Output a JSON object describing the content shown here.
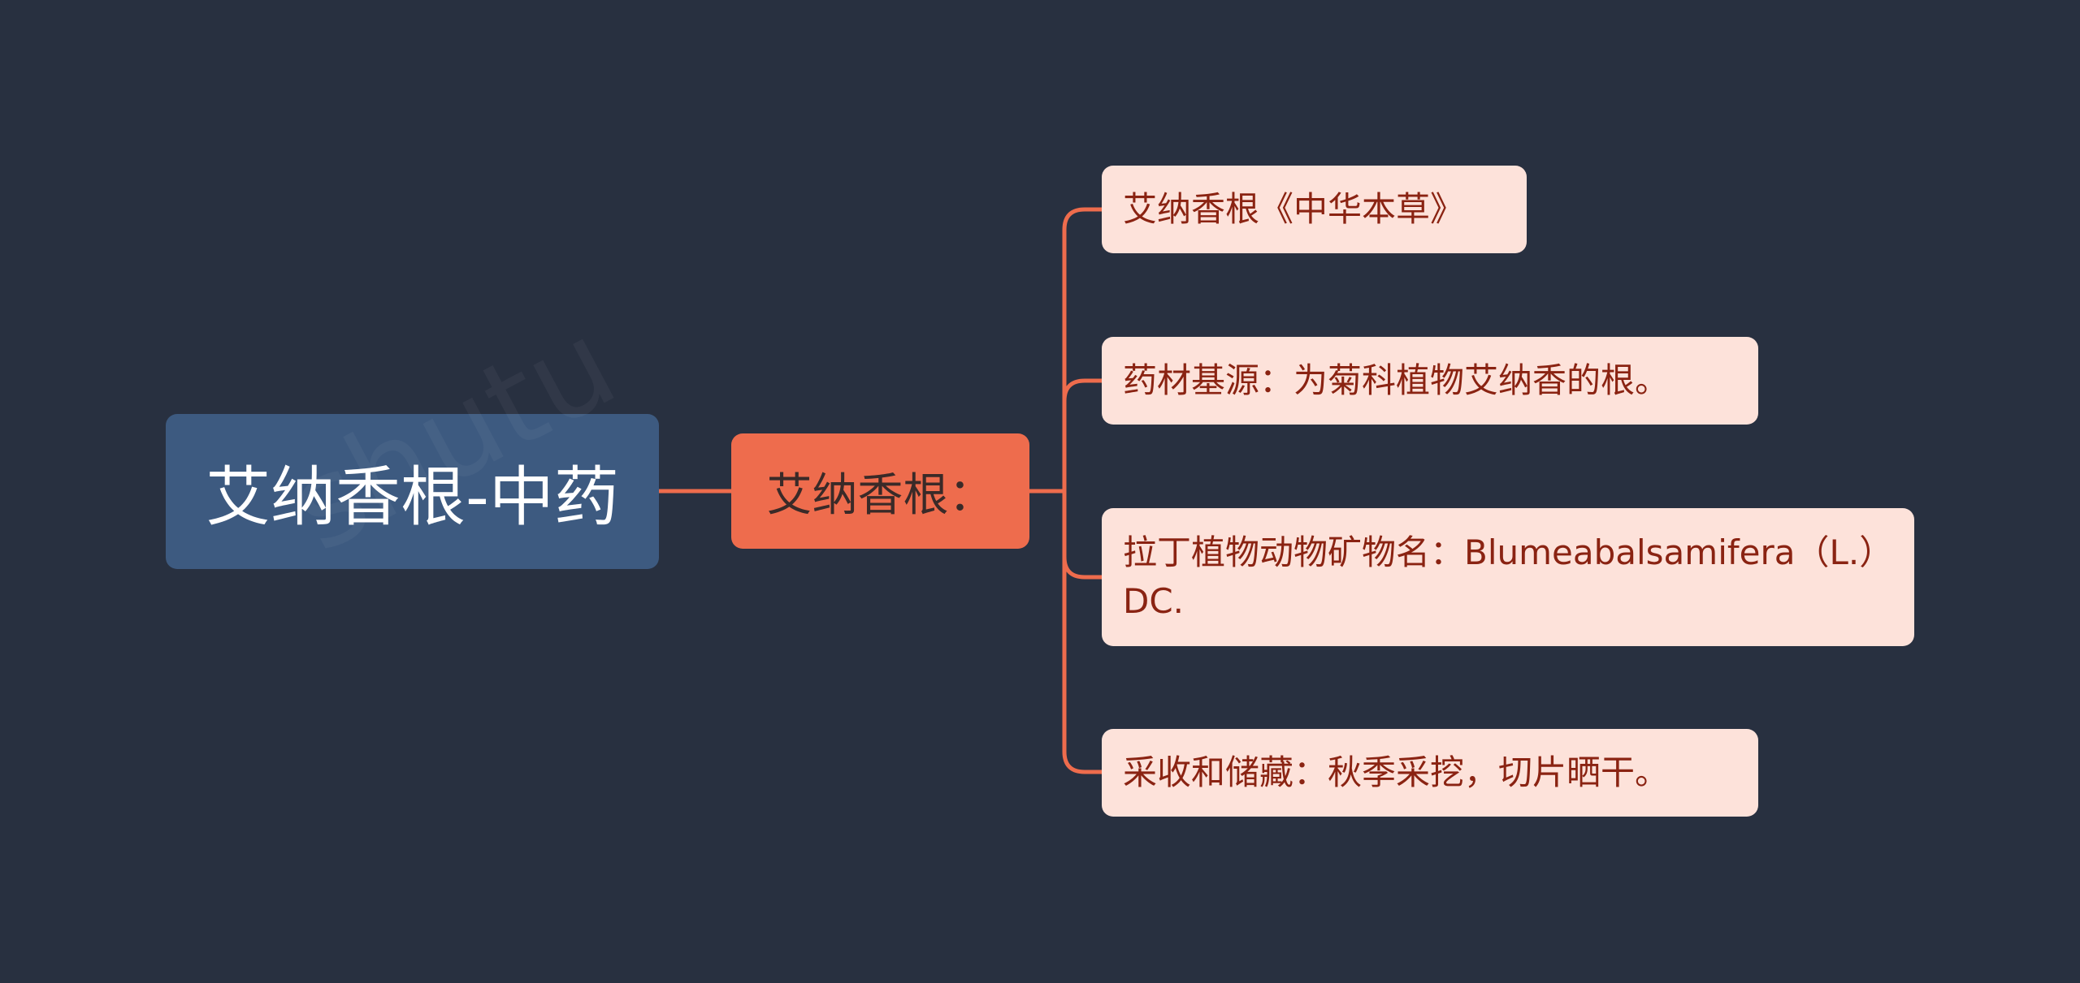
{
  "mindmap": {
    "root": {
      "label": "艾纳香根-中药"
    },
    "branch": {
      "label": "艾纳香根："
    },
    "leaves": [
      {
        "text": "艾纳香根《中华本草》"
      },
      {
        "text": "药材基源：为菊科植物艾纳香的根。"
      },
      {
        "text": "拉丁植物动物矿物名：Blumeabalsamifera（L.）DC."
      },
      {
        "text": "采收和储藏：秋季采挖，切片晒干。"
      }
    ]
  },
  "colors": {
    "background": "#283040",
    "root_fill": "#3d5a80",
    "branch_fill": "#ee6c4d",
    "leaf_fill": "#fde2da",
    "leaf_text": "#8a2312",
    "connector": "#ee6c4d"
  }
}
